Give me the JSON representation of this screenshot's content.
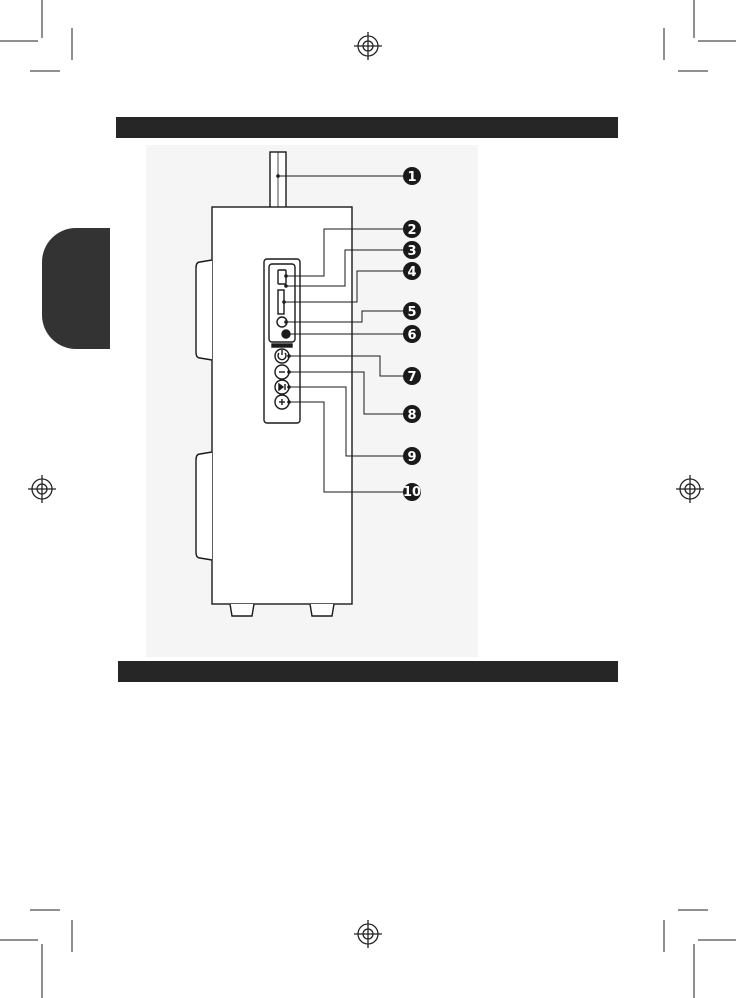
{
  "diagram": {
    "callouts": [
      "1",
      "2",
      "3",
      "4",
      "5",
      "6",
      "7",
      "8",
      "9",
      "10"
    ]
  },
  "colors": {
    "bar": "#262626",
    "tab": "#333333",
    "ink": "#1a1a1a",
    "figure_bg": "#f5f5f5"
  }
}
